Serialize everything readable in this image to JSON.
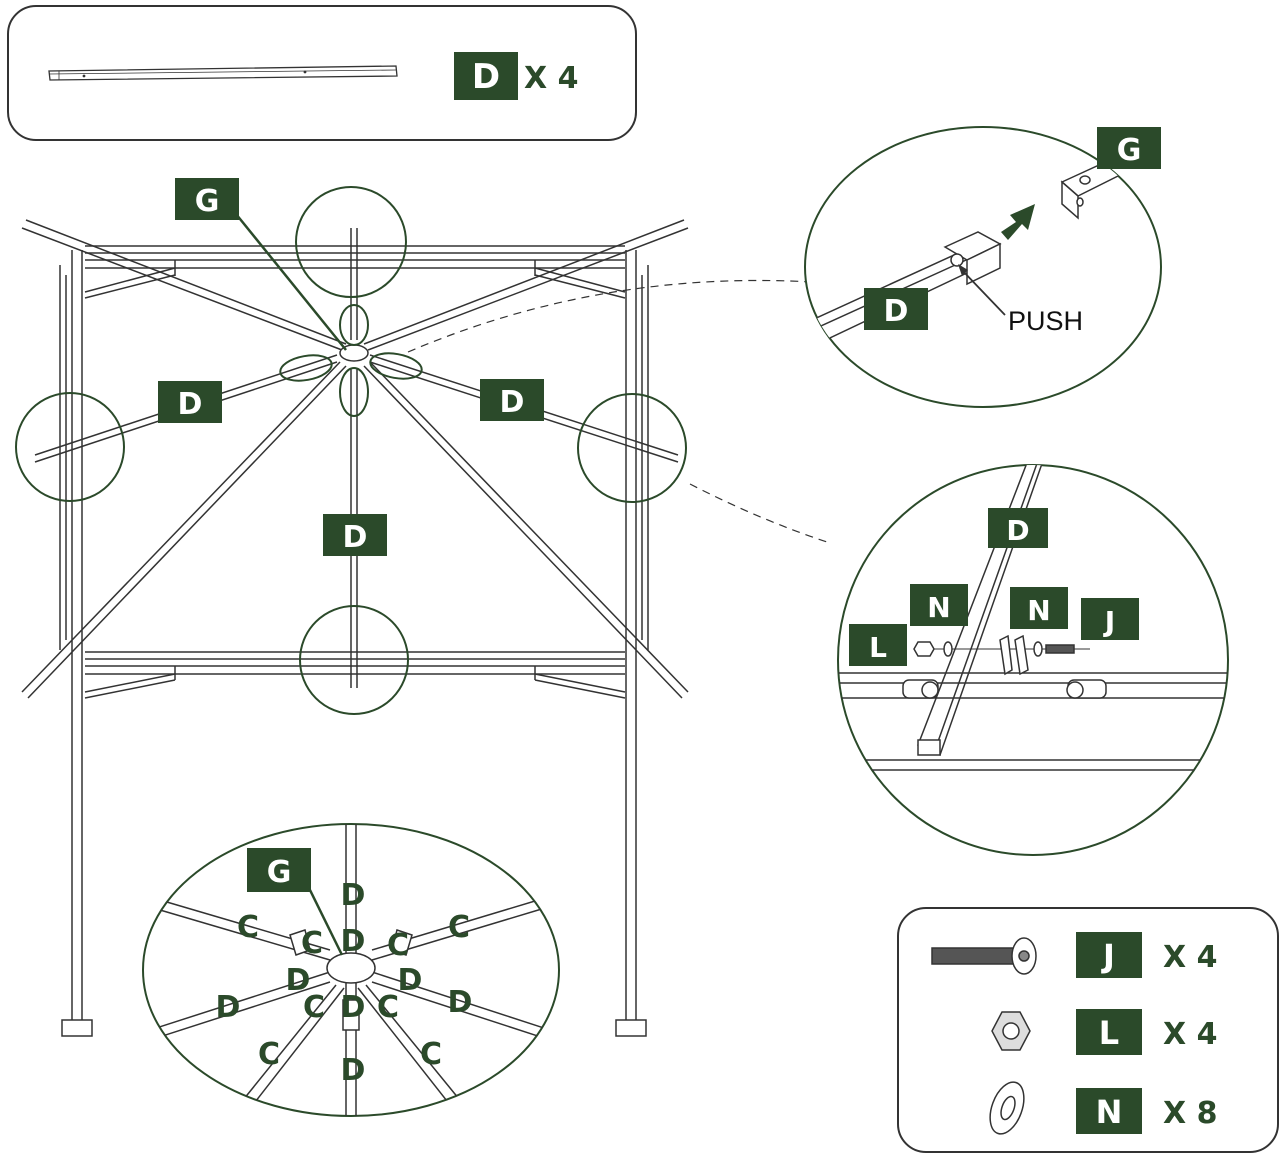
{
  "colors": {
    "accent": "#2b4a2a",
    "line": "#333333"
  },
  "top_box": {
    "part": "D",
    "qty": "X 4"
  },
  "labels": {
    "g": "G",
    "d_left": "D",
    "d_right": "D",
    "d_center": "D"
  },
  "detail_top": {
    "g": "G",
    "d": "D",
    "push": "PUSH"
  },
  "detail_right": {
    "d": "D",
    "n1": "N",
    "n2": "N",
    "l": "L",
    "j": "J"
  },
  "detail_bottom": {
    "g": "G",
    "c": [
      "C",
      "C",
      "C",
      "C",
      "C",
      "C",
      "C",
      "C"
    ],
    "d": [
      "D",
      "D",
      "D",
      "D",
      "D",
      "D",
      "D",
      "D"
    ]
  },
  "hardware": {
    "items": [
      {
        "part": "J",
        "qty": "X 4",
        "icon": "bolt-icon"
      },
      {
        "part": "L",
        "qty": "X 4",
        "icon": "nut-icon"
      },
      {
        "part": "N",
        "qty": "X 8",
        "icon": "washer-icon"
      }
    ]
  }
}
